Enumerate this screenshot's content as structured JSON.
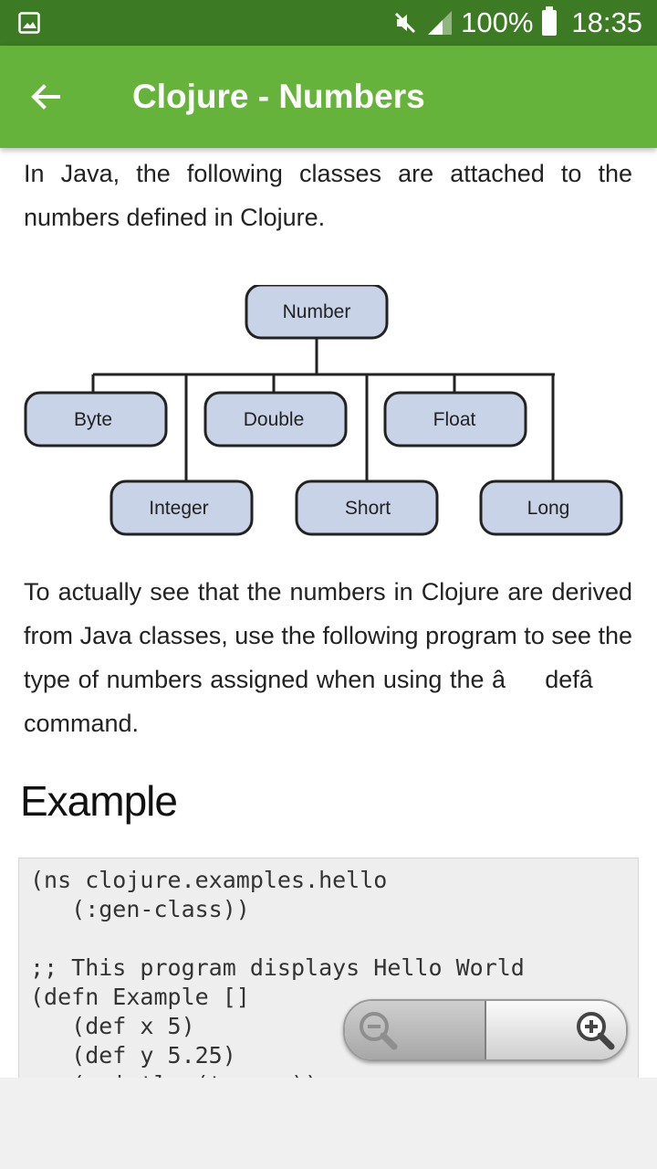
{
  "status_bar": {
    "battery": "100%",
    "time": "18:35"
  },
  "toolbar": {
    "title": "Clojure - Numbers"
  },
  "content": {
    "intro": "In Java, the following classes are attached to the numbers defined in Clojure.",
    "diagram": {
      "root": "Number",
      "children": [
        "Byte",
        "Integer",
        "Double",
        "Short",
        "Float",
        "Long"
      ]
    },
    "explanation": "To actually see that the numbers in Clojure are derived from Java classes, use the following program to see the type of numbers assigned when using the âdefâ command.",
    "example_heading": "Example",
    "code": "(ns clojure.examples.hello\n   (:gen-class))\n\n;; This program displays Hello World\n(defn Example []\n   (def x 5)\n   (def y 5.25)\n   (println (type x))"
  },
  "colors": {
    "status_bar": "#3c7a24",
    "app_bar": "#66b33b",
    "diagram_node_fill": "#c8d3e8"
  },
  "icons": {
    "status_left": "image-notification-icon",
    "status_right": [
      "mute-icon",
      "signal-icon",
      "battery-icon"
    ],
    "back": "arrow-back-icon",
    "zoom_out": "zoom-out-icon",
    "zoom_in": "zoom-in-icon"
  }
}
